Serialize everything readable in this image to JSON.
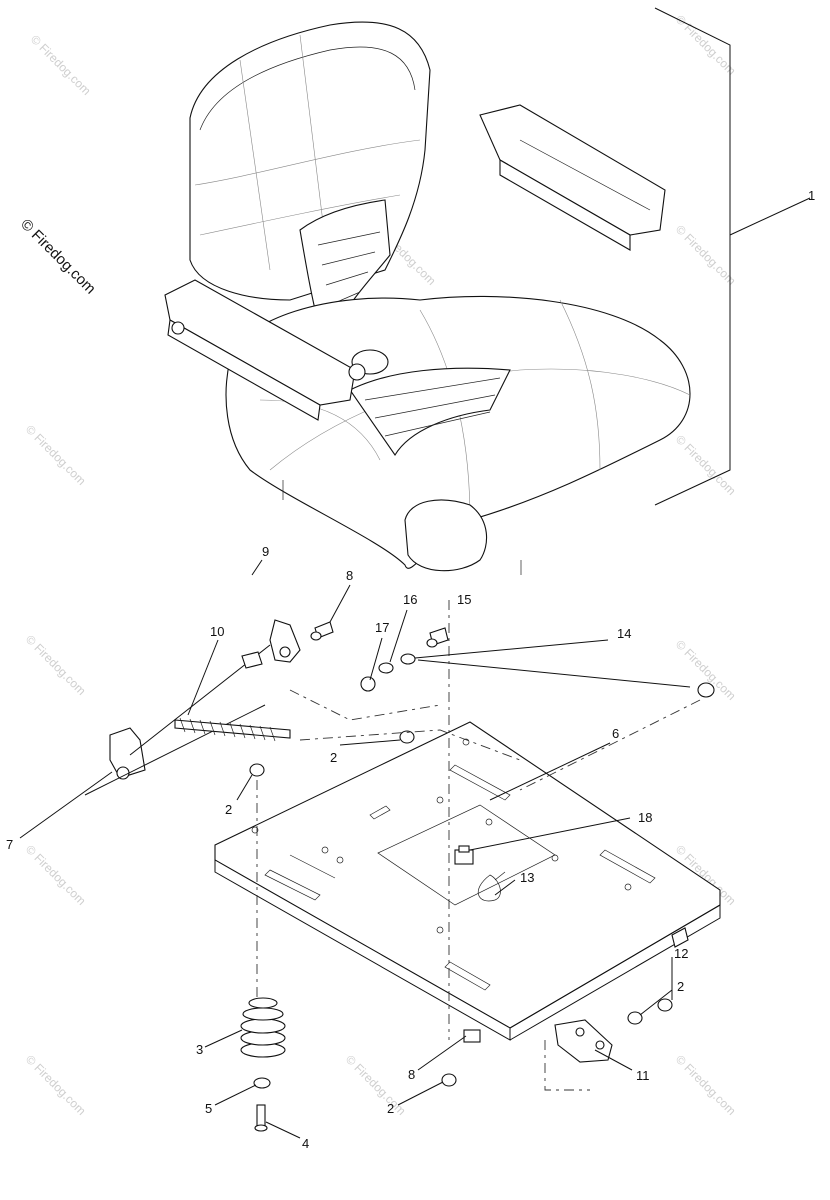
{
  "watermark": {
    "main_text": "© Firedog.com",
    "repeat_text": "© Firedog.com"
  },
  "callouts": [
    {
      "id": "c1",
      "text": "1"
    },
    {
      "id": "c9",
      "text": "9"
    },
    {
      "id": "c8a",
      "text": "8"
    },
    {
      "id": "c10",
      "text": "10"
    },
    {
      "id": "c16",
      "text": "16"
    },
    {
      "id": "c15",
      "text": "15"
    },
    {
      "id": "c17",
      "text": "17"
    },
    {
      "id": "c14",
      "text": "14"
    },
    {
      "id": "c2a",
      "text": "2"
    },
    {
      "id": "c6",
      "text": "6"
    },
    {
      "id": "c2b",
      "text": "2"
    },
    {
      "id": "c7",
      "text": "7"
    },
    {
      "id": "c18",
      "text": "18"
    },
    {
      "id": "c13",
      "text": "13"
    },
    {
      "id": "c12",
      "text": "12"
    },
    {
      "id": "c2c",
      "text": "2"
    },
    {
      "id": "c3",
      "text": "3"
    },
    {
      "id": "c11",
      "text": "11"
    },
    {
      "id": "c8b",
      "text": "8"
    },
    {
      "id": "c5",
      "text": "5"
    },
    {
      "id": "c2d",
      "text": "2"
    },
    {
      "id": "c4",
      "text": "4"
    }
  ]
}
